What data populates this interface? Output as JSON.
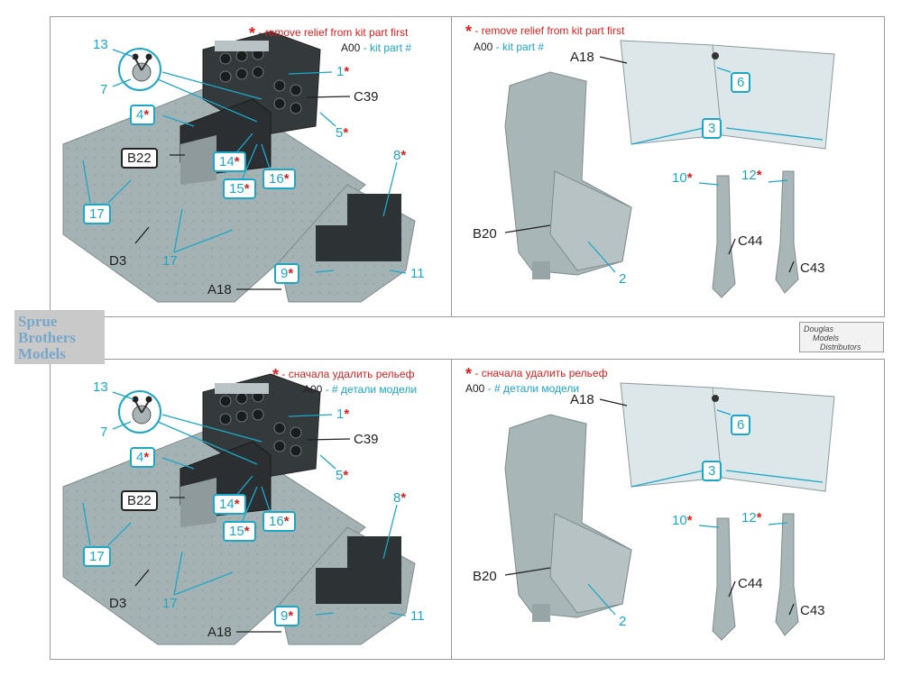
{
  "legend_en": {
    "star": "*",
    "remove_text": "- remove relief from kit part first",
    "part_code": "A00",
    "part_text": "- kit part #"
  },
  "legend_ru": {
    "star": "*",
    "remove_text": "- сначала удалить рельеф",
    "part_code": "A00",
    "part_text": "- # детали модели"
  },
  "callouts": {
    "n13": "13",
    "n7": "7",
    "n1": "1",
    "c39": "C39",
    "n5": "5",
    "n4": "4",
    "b22": "B22",
    "n14": "14",
    "n16": "16",
    "n15": "15",
    "n17": "17",
    "n8": "8",
    "d3": "D3",
    "n9": "9",
    "n11": "11",
    "a18": "A18",
    "n6": "6",
    "n3": "3",
    "n10": "10",
    "n12": "12",
    "b20": "B20",
    "n2": "2",
    "c44": "C44",
    "c43": "C43"
  },
  "brands": {
    "left_line1": "Sprue",
    "left_line2": "Brothers",
    "left_line3": "Models",
    "right_line1": "Douglas",
    "right_line2": "Models",
    "right_line3": "Distributors"
  },
  "colors": {
    "accent": "#1ba8c8",
    "star": "#e02020",
    "model_gray": "#a9b6b8",
    "panel_border": "#9a9a9a"
  }
}
